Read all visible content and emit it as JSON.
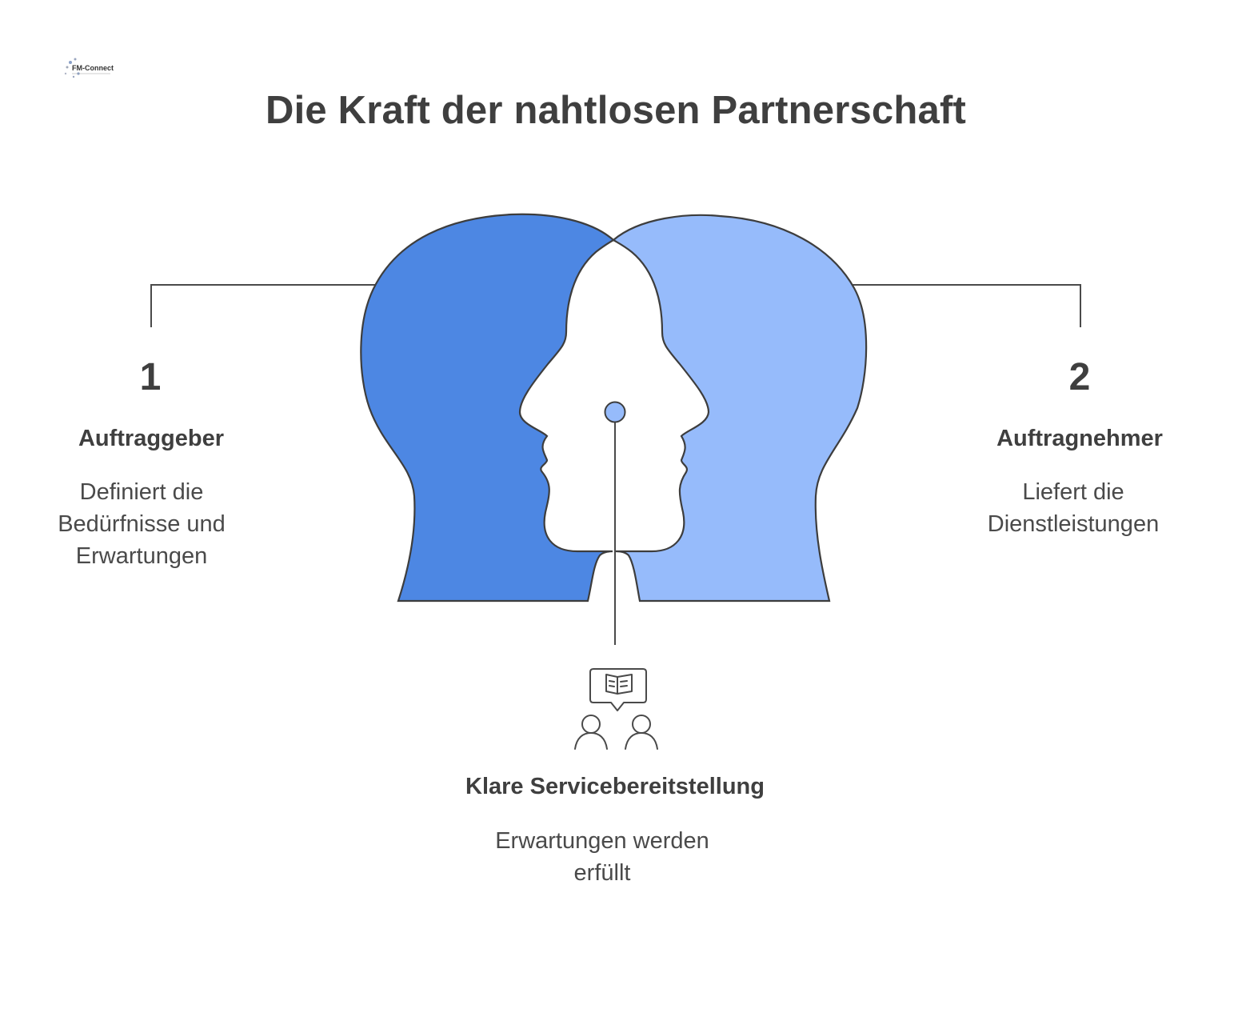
{
  "logo": {
    "text": "FM-Connect.com",
    "icon": "fm-connect-logo"
  },
  "title": "Die Kraft der nahtlosen Partnerschaft",
  "left": {
    "number": "1",
    "label": "Auftraggeber",
    "description_lines": [
      "Definiert die",
      "Bedürfnisse und",
      "Erwartungen"
    ],
    "color": "#4d87e3"
  },
  "right": {
    "number": "2",
    "label": "Auftragnehmer",
    "description_lines": [
      "Liefert die",
      "Dienstleistungen"
    ],
    "color": "#96bbfb"
  },
  "center": {
    "label": "Klare Servicebereitstellung",
    "description_lines": [
      "Erwartungen werden",
      "erfüllt"
    ],
    "icon": "people-communication-icon",
    "dot_color": "#96bbfb"
  }
}
